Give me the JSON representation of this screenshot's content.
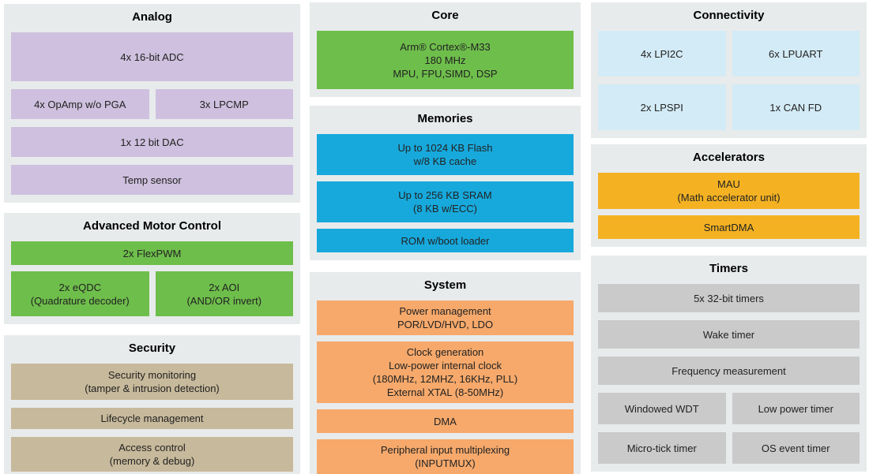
{
  "colors": {
    "panel_background": "#e8ebec",
    "analog_block": "#cec0de",
    "motor_control_block": "#6ebe4b",
    "security_block": "#c7b99b",
    "core_block": "#6ebe4b",
    "memories_block": "#17a9dc",
    "system_block": "#f6a96b",
    "connectivity_block": "#d3ebf6",
    "accelerators_block": "#f4b223",
    "timers_block": "#cacaca"
  },
  "analog": {
    "title": "Analog",
    "adc": "4x 16-bit ADC",
    "opamp": "4x OpAmp w/o PGA",
    "lpcmp": "3x LPCMP",
    "dac": "1x 12 bit DAC",
    "temp_sensor": "Temp sensor"
  },
  "motor_control": {
    "title": "Advanced Motor Control",
    "flexpwm": "2x FlexPWM",
    "eqdc_line1": "2x eQDC",
    "eqdc_line2": "(Quadrature decoder)",
    "aoi_line1": "2x AOI",
    "aoi_line2": "(AND/OR invert)"
  },
  "security": {
    "title": "Security",
    "monitoring_line1": "Security monitoring",
    "monitoring_line2": "(tamper & intrusion detection)",
    "lifecycle": "Lifecycle management",
    "access_line1": "Access control",
    "access_line2": "(memory & debug)"
  },
  "core": {
    "title": "Core",
    "cpu_line1": "Arm® Cortex®-M33",
    "cpu_line2": "180 MHz",
    "cpu_line3": "MPU, FPU,SIMD, DSP"
  },
  "memories": {
    "title": "Memories",
    "flash_line1": "Up to 1024 KB Flash",
    "flash_line2": "w/8 KB cache",
    "sram_line1": "Up to 256 KB SRAM",
    "sram_line2": "(8 KB w/ECC)",
    "rom": "ROM w/boot loader"
  },
  "system": {
    "title": "System",
    "power_line1": "Power management",
    "power_line2": "POR/LVD/HVD, LDO",
    "clock_line1": "Clock generation",
    "clock_line2": "Low-power internal clock",
    "clock_line3": "(180MHz, 12MHZ, 16KHz, PLL)",
    "clock_line4": "External XTAL (8-50MHz)",
    "dma": "DMA",
    "inputmux_line1": "Peripheral input multiplexing",
    "inputmux_line2": "(INPUTMUX)"
  },
  "connectivity": {
    "title": "Connectivity",
    "lpi2c": "4x LPI2C",
    "lpuart": "6x LPUART",
    "lpspi": "2x LPSPI",
    "canfd": "1x CAN FD"
  },
  "accelerators": {
    "title": "Accelerators",
    "mau_line1": "MAU",
    "mau_line2": "(Math accelerator unit)",
    "smartdma": "SmartDMA"
  },
  "timers": {
    "title": "Timers",
    "timers_32bit": "5x 32-bit timers",
    "wake_timer": "Wake timer",
    "frequency_measurement": "Frequency measurement",
    "windowed_wdt": "Windowed WDT",
    "low_power_timer": "Low power timer",
    "micro_tick_timer": "Micro-tick timer",
    "os_event_timer": "OS event timer"
  }
}
